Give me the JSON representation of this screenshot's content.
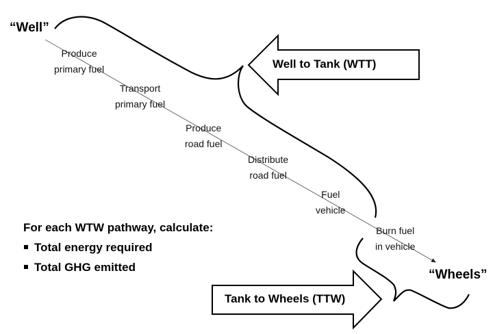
{
  "diagram": {
    "start_label": "“Well”",
    "end_label": "“Wheels”",
    "steps": [
      {
        "line1": "Produce",
        "line2": "primary fuel"
      },
      {
        "line1": "Transport",
        "line2": "primary fuel"
      },
      {
        "line1": "Produce",
        "line2": "road fuel"
      },
      {
        "line1": "Distribute",
        "line2": "road fuel"
      },
      {
        "line1": "Fuel",
        "line2": "vehicle"
      },
      {
        "line1": "Burn fuel",
        "line2": "in vehicle"
      }
    ],
    "wtt_arrow": {
      "label": "Well to Tank (WTT)",
      "direction": "left"
    },
    "ttw_arrow": {
      "label": "Tank to Wheels (TTW)",
      "direction": "right"
    },
    "calculation": {
      "heading": "For each WTW pathway, calculate:",
      "items": [
        "Total energy required",
        "Total GHG emitted"
      ]
    }
  }
}
